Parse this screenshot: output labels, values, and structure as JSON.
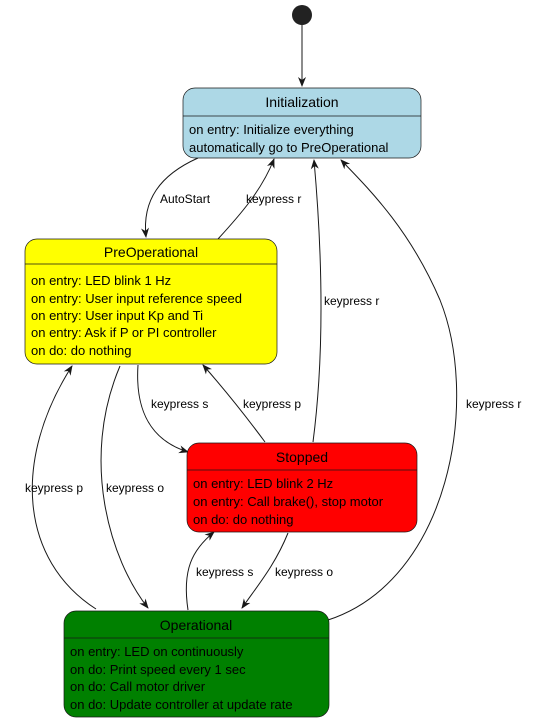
{
  "states": {
    "initialization": {
      "name": "Initialization",
      "color": "#ADD8E6",
      "lines": [
        "on entry: Initialize everything",
        "automatically go to PreOperational"
      ]
    },
    "preoperational": {
      "name": "PreOperational",
      "color": "#FFFF00",
      "lines": [
        "on entry: LED blink 1 Hz",
        "on entry: User input reference speed",
        "on entry: User input Kp and Ti",
        "on entry: Ask if P or PI controller",
        "on do: do nothing"
      ]
    },
    "stopped": {
      "name": "Stopped",
      "color": "#FF0000",
      "lines": [
        "on entry: LED blink 2 Hz",
        "on entry: Call brake(), stop motor",
        "on do: do nothing"
      ]
    },
    "operational": {
      "name": "Operational",
      "color": "#008000",
      "lines": [
        "on entry: LED on continuously",
        "on do: Print speed every 1 sec",
        "on do: Call motor driver",
        "on do: Update controller at update rate"
      ]
    }
  },
  "transitions": {
    "autostart": "AutoStart",
    "pre_to_init": "keypress r",
    "stopped_to_init": "keypress r",
    "operational_to_init": "keypress r",
    "pre_to_stopped": "keypress s",
    "stopped_to_pre": "keypress p",
    "operational_to_pre": "keypress p",
    "pre_to_operational": "keypress o",
    "operational_to_stopped": "keypress s",
    "stopped_to_operational": "keypress o"
  }
}
